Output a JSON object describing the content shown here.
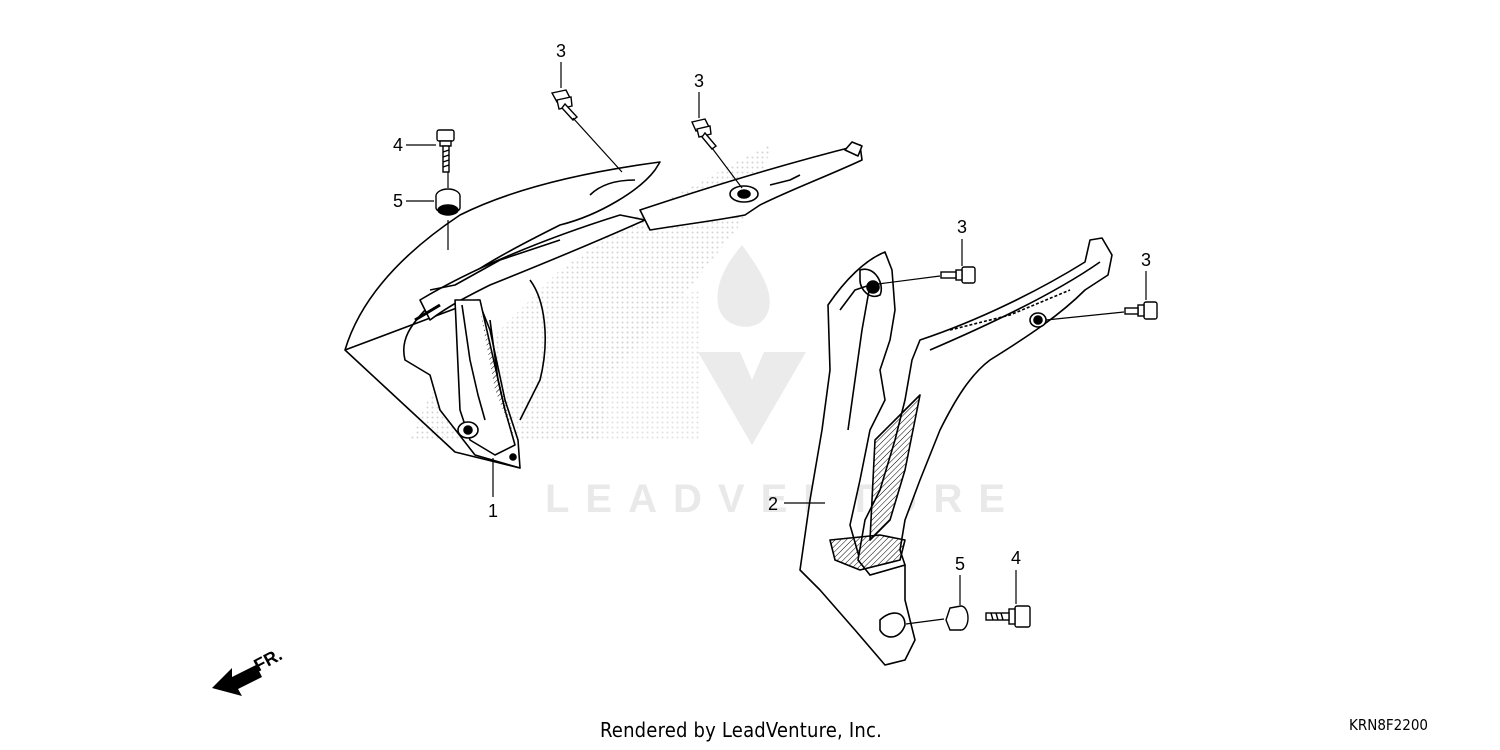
{
  "callouts": {
    "part_1": "1",
    "part_2": "2",
    "part_3a": "3",
    "part_3b": "3",
    "part_3c": "3",
    "part_3d": "3",
    "part_4a": "4",
    "part_4b": "4",
    "part_5a": "5",
    "part_5b": "5"
  },
  "direction_label": "FR.",
  "footer": {
    "rendered_by": "Rendered by LeadVenture, Inc.",
    "diagram_code": "KRN8F2200"
  },
  "watermark": {
    "brand": "LEADVENTURE"
  },
  "colors": {
    "line": "#000000",
    "watermark": "#e6e6e6",
    "background": "#ffffff"
  }
}
